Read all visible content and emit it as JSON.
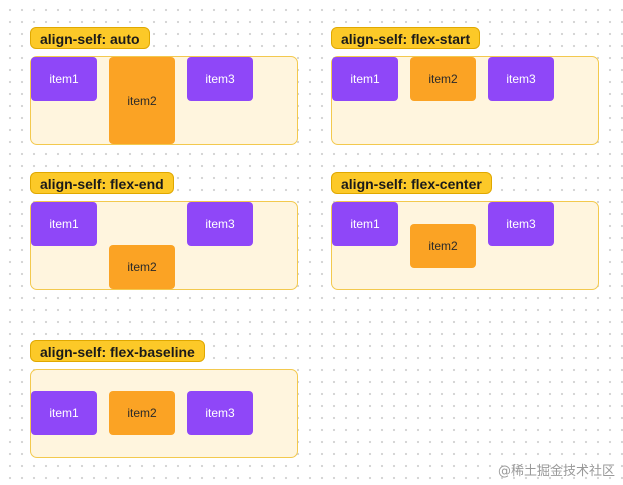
{
  "demos": [
    {
      "label": "align-self: auto",
      "items": [
        "item1",
        "item2",
        "item3"
      ]
    },
    {
      "label": "align-self: flex-start",
      "items": [
        "item1",
        "item2",
        "item3"
      ]
    },
    {
      "label": "align-self: flex-end",
      "items": [
        "item1",
        "item2",
        "item3"
      ]
    },
    {
      "label": "align-self: flex-center",
      "items": [
        "item1",
        "item2",
        "item3"
      ]
    },
    {
      "label": "align-self: flex-baseline",
      "items": [
        "item1",
        "item2",
        "item3"
      ]
    }
  ],
  "watermark": "@稀土掘金技术社区",
  "colors": {
    "item_purple": "#8f47f8",
    "item_orange": "#fba324",
    "tag": "#fcc928",
    "container": "#fff5de"
  }
}
